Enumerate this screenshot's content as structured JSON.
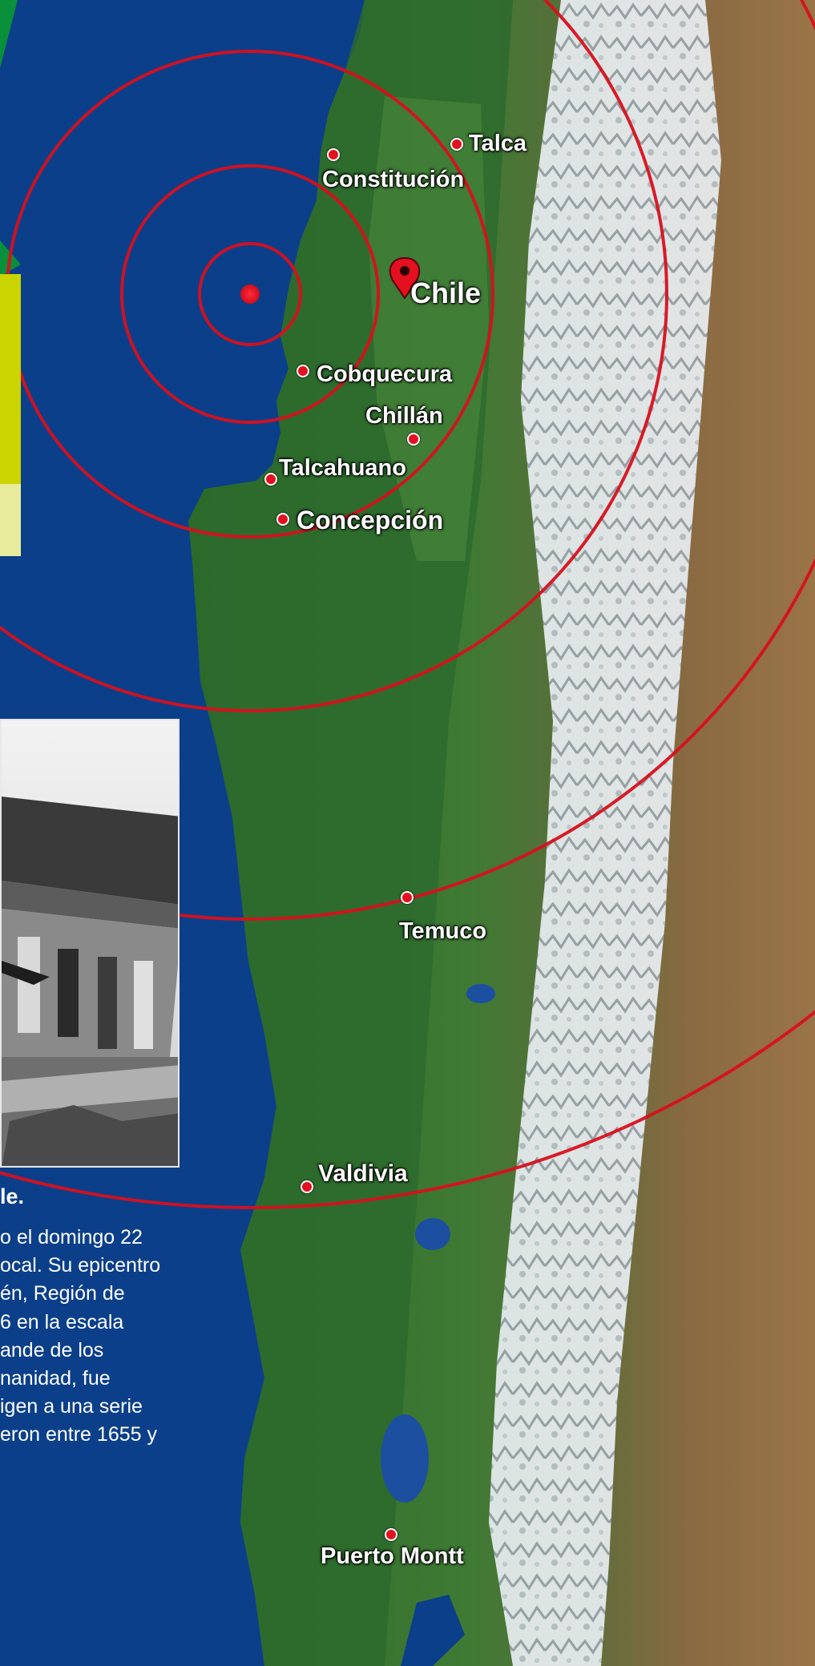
{
  "map": {
    "country_label": "Chile",
    "cities": [
      {
        "name": "Constitución"
      },
      {
        "name": "Talca"
      },
      {
        "name": "Cobquecura"
      },
      {
        "name": "Chillán"
      },
      {
        "name": "Talcahuano"
      },
      {
        "name": "Concepción"
      },
      {
        "name": "Temuco"
      },
      {
        "name": "Valdivia"
      },
      {
        "name": "Puerto Montt"
      }
    ],
    "colors": {
      "ocean": "#0b3f8a",
      "ring": "#d8101e",
      "epicenter": "#e3101f",
      "city_dot": "#e3101f",
      "accent_yellow": "#c9d400",
      "accent_green": "#0a8f3a"
    }
  },
  "caption": {
    "title": "le.",
    "lines": [
      "o el domingo 22",
      "ocal. Su epicentro",
      "én, Región de",
      "6 en la escala",
      "ande de los",
      "nanidad, fue",
      "igen a una serie",
      "eron entre 1655 y"
    ]
  }
}
